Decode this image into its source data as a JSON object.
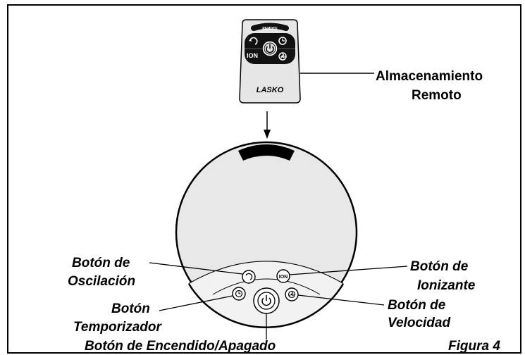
{
  "remote": {
    "top_label": "REMOTE",
    "ion_label": "ION",
    "brand": "LASKO"
  },
  "labels": {
    "storage_line1": "Almacenamiento",
    "storage_line2": "Remoto",
    "oscillation_line1": "Botón de",
    "oscillation_line2": "Oscilación",
    "timer_line1": "Botón",
    "timer_line2": "Temporizador",
    "ionizer_line1": "Botón de",
    "ionizer_line2": "Ionizante",
    "speed_line1": "Botón de",
    "speed_line2": "Velocidad",
    "power": "Botón de Encendido/Apagado",
    "figure": "Figura 4"
  },
  "button_ion_text": "ION"
}
